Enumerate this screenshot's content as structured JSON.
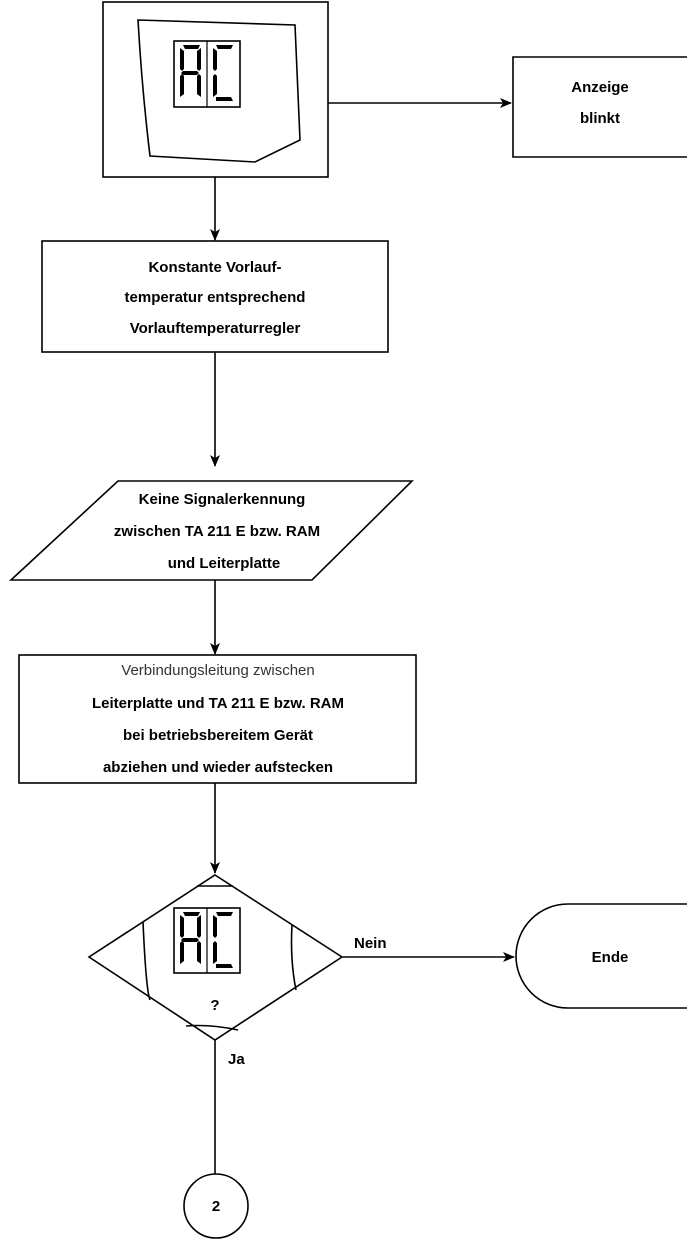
{
  "diagram": {
    "display_symbol": "AC",
    "nodes": {
      "display_box": {
        "text": "AC"
      },
      "anzeige_blinkt": {
        "lines": [
          "Anzeige",
          "blinkt"
        ]
      },
      "konstante": {
        "lines": [
          "Konstante Vorlauf-",
          "temperatur entsprechend",
          "Vorlauftemperaturregler"
        ]
      },
      "keine_signal": {
        "lines": [
          "Keine Signalerkennung",
          "zwischen TA 211 E bzw. RAM",
          "und Leiterplatte"
        ]
      },
      "verbindung": {
        "lines": [
          "Verbindungsleitung zwischen",
          "Leiterplatte und TA 211 E bzw. RAM",
          "bei betriebsbereitem Gerät",
          "abziehen und wieder aufstecken"
        ]
      },
      "decision": {
        "question": "?"
      },
      "ende": {
        "text": "Ende"
      },
      "connector": {
        "text": "2"
      }
    },
    "edges": {
      "no_label": "Nein",
      "yes_label": "Ja"
    }
  }
}
